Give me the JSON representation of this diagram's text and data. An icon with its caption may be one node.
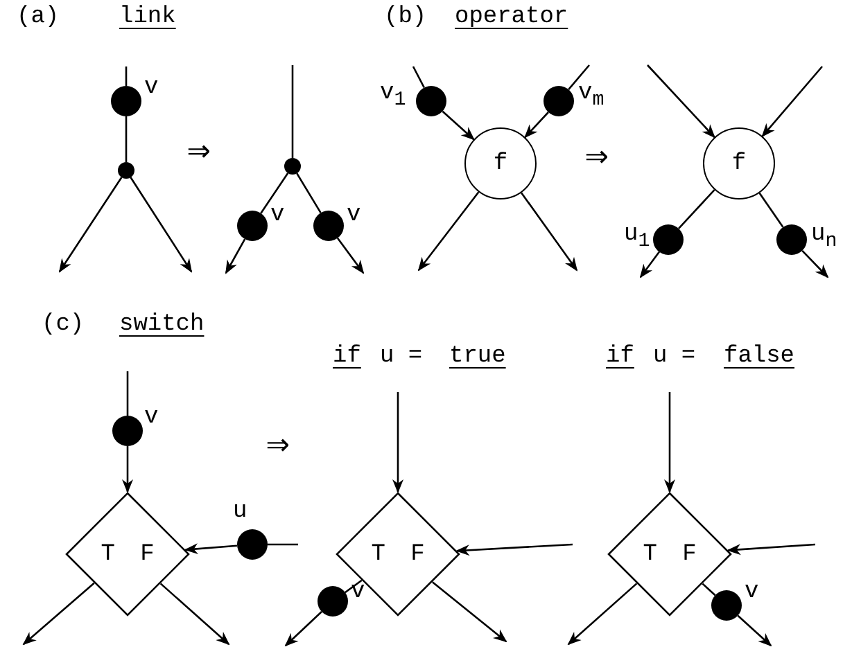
{
  "diagram": {
    "nodes": [
      {
        "text": [],
        "shape": "circle",
        "beside": [
          "v"
        ]
      },
      {
        "text": [],
        "shape": "circle"
      },
      {
        "text": [],
        "shape": "circle"
      },
      {
        "text": [],
        "shape": "circle",
        "beside": [
          "v"
        ]
      },
      {
        "text": [],
        "shape": "circle",
        "beside": [
          "v"
        ]
      },
      {
        "text": [],
        "shape": "circle",
        "beside": [
          "v$_{1}$"
        ]
      },
      {
        "text": [],
        "shape": "circle",
        "beside": [
          "v$_{m}$"
        ]
      },
      {
        "text": [
          "f"
        ]
      },
      {
        "text": [
          "f"
        ]
      },
      {
        "text": [],
        "shape": "circle",
        "beside": [
          "u$_{1}$"
        ]
      },
      {
        "text": [],
        "shape": "circle",
        "beside": [
          "u$_{n}$"
        ]
      },
      {
        "text": [],
        "shape": "circle",
        "beside": [
          "v"
        ]
      },
      {
        "text": [
          "T F"
        ]
      },
      {
        "text": [],
        "shape": "circle",
        "beside": [
          "u"
        ]
      },
      {
        "text": [
          "T F"
        ]
      },
      {
        "text": [],
        "shape": "circle",
        "beside": [
          "v"
        ]
      },
      {
        "text": [
          "T F"
        ]
      },
      {
        "text": [],
        "shape": "circle",
        "beside": [
          "v"
        ]
      }
    ],
    "edges": [
      {
        "from": null,
        "to": 0,
        "arrow": "none"
      },
      {
        "from": 0,
        "to": 1,
        "arrow": "none"
      },
      {
        "from": 1,
        "to": null,
        "arrow": "to"
      },
      {
        "from": 1,
        "to": null,
        "arrow": "to"
      },
      {
        "from": null,
        "to": 2,
        "arrow": "none"
      },
      {
        "from": 2,
        "to": 3,
        "arrow": "none"
      },
      {
        "from": 3,
        "to": null,
        "arrow": "to"
      },
      {
        "from": 2,
        "to": 4,
        "arrow": "none"
      },
      {
        "from": 4,
        "to": null,
        "arrow": "to"
      },
      {
        "from": null,
        "to": 5,
        "arrow": "none"
      },
      {
        "from": 5,
        "to": 7,
        "arrow": "to"
      },
      {
        "from": null,
        "to": 6,
        "arrow": "none"
      },
      {
        "from": 6,
        "to": 7,
        "arrow": "to"
      },
      {
        "from": 7,
        "to": null,
        "arrow": "to"
      },
      {
        "from": 7,
        "to": null,
        "arrow": "to"
      },
      {
        "from": null,
        "to": 8,
        "arrow": "to"
      },
      {
        "from": null,
        "to": 8,
        "arrow": "to"
      },
      {
        "from": 8,
        "to": 9,
        "arrow": "none"
      },
      {
        "from": 9,
        "to": null,
        "arrow": "to"
      },
      {
        "from": 8,
        "to": 10,
        "arrow": "none"
      },
      {
        "from": 10,
        "to": null,
        "arrow": "to"
      },
      {
        "from": null,
        "to": 11,
        "arrow": "none"
      },
      {
        "from": 11,
        "to": 12,
        "arrow": "to"
      },
      {
        "from": null,
        "to": 13,
        "arrow": "none"
      },
      {
        "from": 13,
        "to": 12,
        "arrow": "to"
      },
      {
        "from": 12,
        "to": null,
        "arrow": "to"
      },
      {
        "from": 12,
        "to": null,
        "arrow": "to"
      },
      {
        "from": null,
        "to": 14,
        "arrow": "to"
      },
      {
        "from": null,
        "to": 14,
        "arrow": "to"
      },
      {
        "from": 14,
        "to": 15,
        "arrow": "none"
      },
      {
        "from": 15,
        "to": null,
        "arrow": "to"
      },
      {
        "from": 14,
        "to": null,
        "arrow": "to"
      },
      {
        "from": null,
        "to": 16,
        "arrow": "to"
      },
      {
        "from": null,
        "to": 16,
        "arrow": "to"
      },
      {
        "from": 16,
        "to": null,
        "arrow": "to"
      },
      {
        "from": 16,
        "to": 17,
        "arrow": "none"
      },
      {
        "from": 17,
        "to": null,
        "arrow": "to"
      }
    ],
    "labels": [
      "(a)",
      "link",
      "(b)",
      "operator",
      "⇒",
      "⇒",
      "(c)",
      "switch",
      "if",
      "u =",
      "true",
      "⇒",
      "if",
      "u =",
      "false"
    ]
  }
}
